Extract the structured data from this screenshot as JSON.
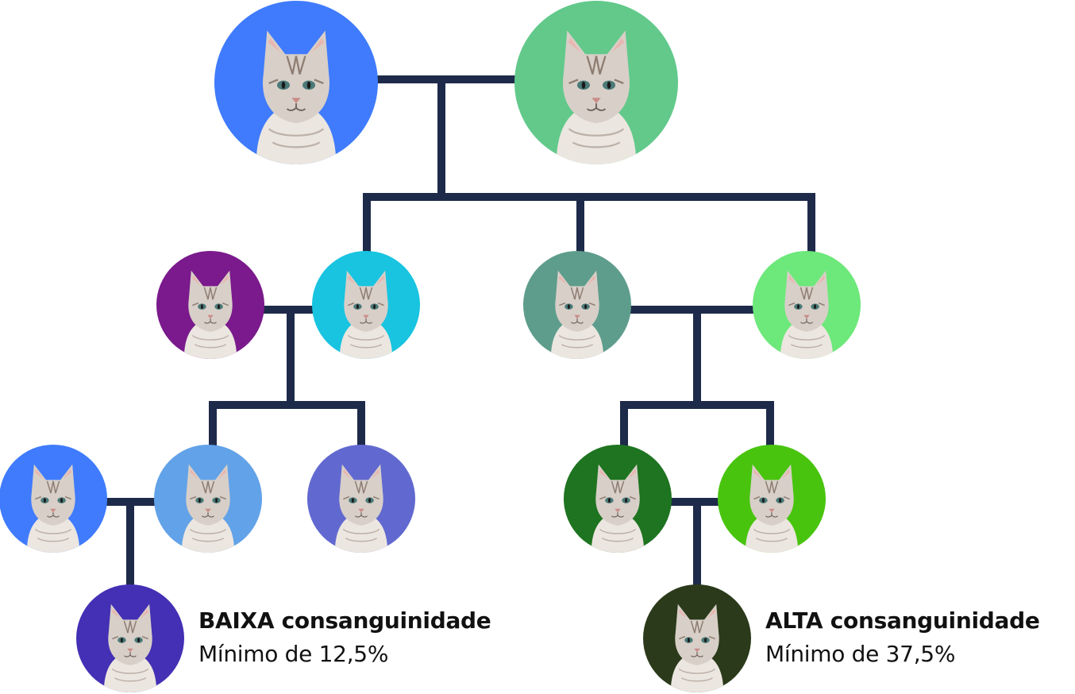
{
  "diagram": {
    "line_color": "#1e2a4a",
    "cat_icon": "cat-portrait-icon",
    "nodes": [
      {
        "id": "gp1",
        "color": "#3f7bfc"
      },
      {
        "id": "gp2",
        "color": "#62c98b"
      },
      {
        "id": "a1",
        "color": "#7a1a8c"
      },
      {
        "id": "a2",
        "color": "#18c4e0"
      },
      {
        "id": "a3",
        "color": "#5e9d8c"
      },
      {
        "id": "a4",
        "color": "#6de87a"
      },
      {
        "id": "b1",
        "color": "#3f7bfc"
      },
      {
        "id": "b2",
        "color": "#62a2e8"
      },
      {
        "id": "b3",
        "color": "#6169d0"
      },
      {
        "id": "b4",
        "color": "#1e7420"
      },
      {
        "id": "b5",
        "color": "#48c40e"
      },
      {
        "id": "c1",
        "color": "#4330b4"
      },
      {
        "id": "c2",
        "color": "#2b3a1a"
      }
    ]
  },
  "labels": {
    "low": {
      "title": "BAIXA consanguinidade",
      "subtitle": "Mínimo de 12,5%"
    },
    "high": {
      "title": "ALTA consanguinidade",
      "subtitle": "Mínimo de 37,5%"
    }
  }
}
